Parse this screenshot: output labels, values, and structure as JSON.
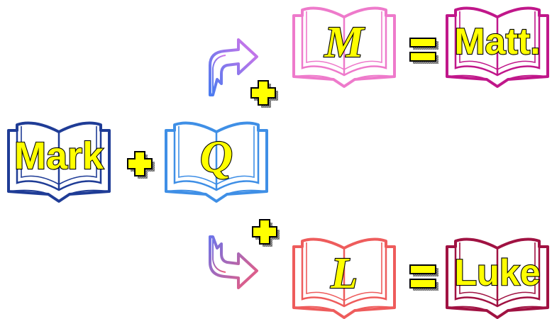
{
  "books": {
    "mark": {
      "label": "Mark",
      "color": "#1f3c96"
    },
    "q": {
      "label": "Q",
      "color": "#3f8fe6"
    },
    "m": {
      "label": "M",
      "color": "#ee7acb"
    },
    "matt": {
      "label": "Matt.",
      "color": "#c0178a"
    },
    "l": {
      "label": "L",
      "color": "#ee5c5c"
    },
    "luke": {
      "label": "Luke",
      "color": "#a01242"
    }
  },
  "operators": {
    "plus": "+",
    "equals": "="
  },
  "colors": {
    "text_fill": "#ffff00",
    "text_outline": "#000000",
    "shadow": "#777777"
  }
}
